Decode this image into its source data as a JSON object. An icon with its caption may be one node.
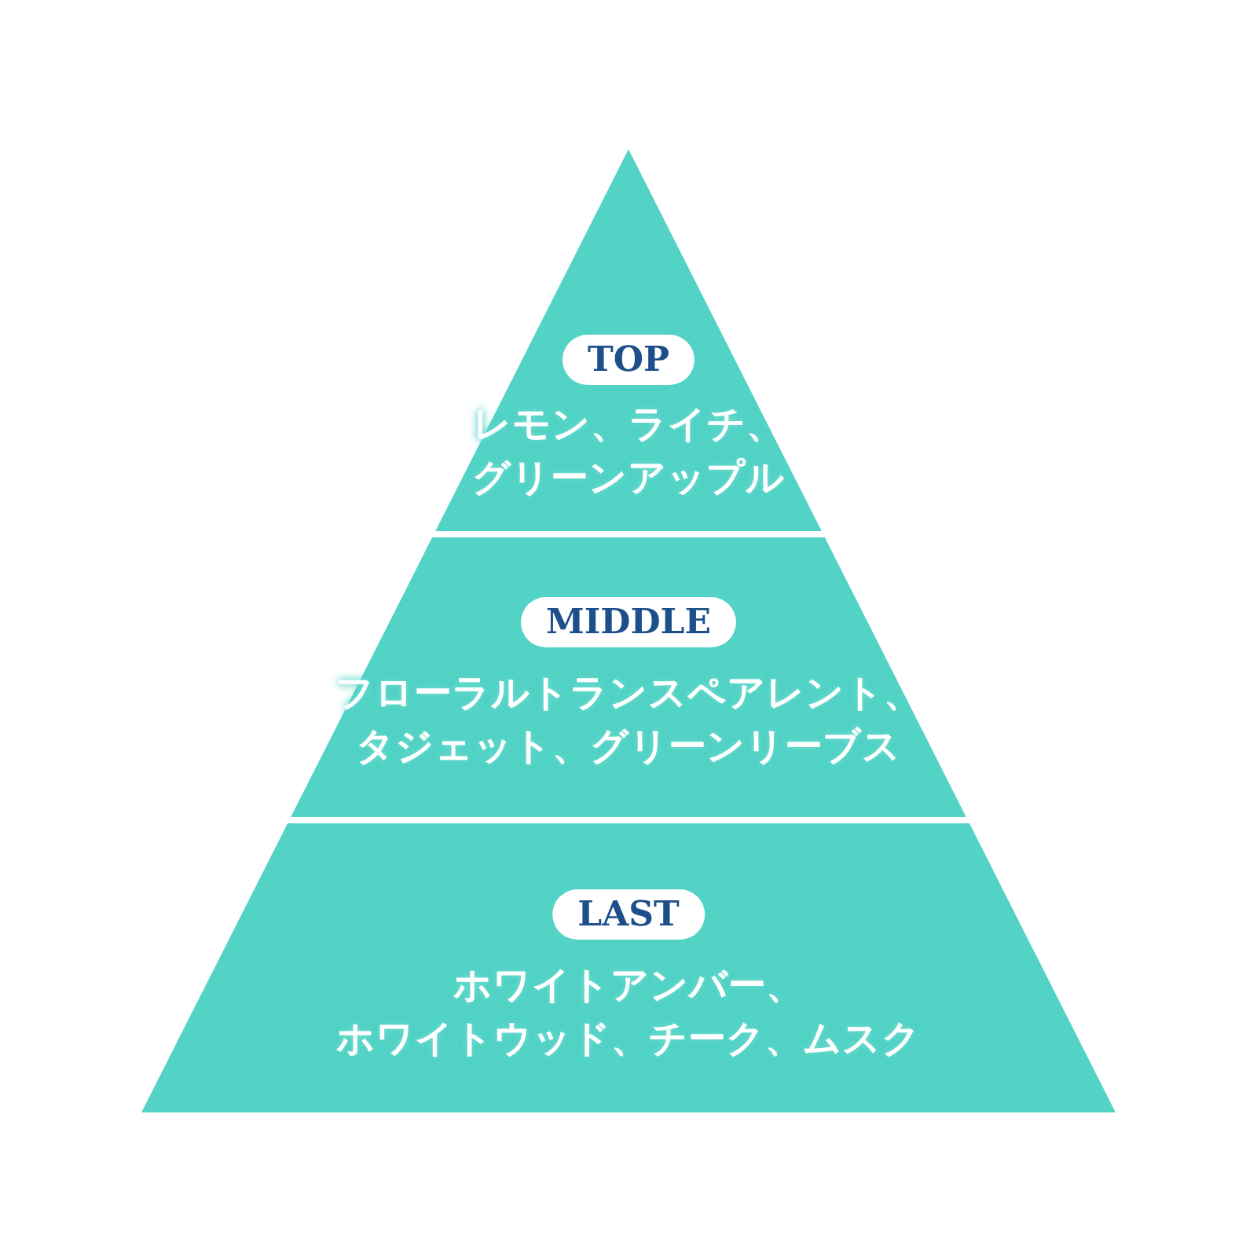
{
  "diagram": {
    "nodes": [
      {
        "text": [
          "TOP",
          "レモン、ライチ、グリーンアップル"
        ]
      },
      {
        "text": [
          "MIDDLE",
          "フローラルトランスペアレント、タジェット、グリーンリーブス"
        ]
      },
      {
        "text": [
          "LAST",
          "ホワイトアンバー、ホワイトウッド、チーク、ムスク"
        ]
      }
    ]
  }
}
